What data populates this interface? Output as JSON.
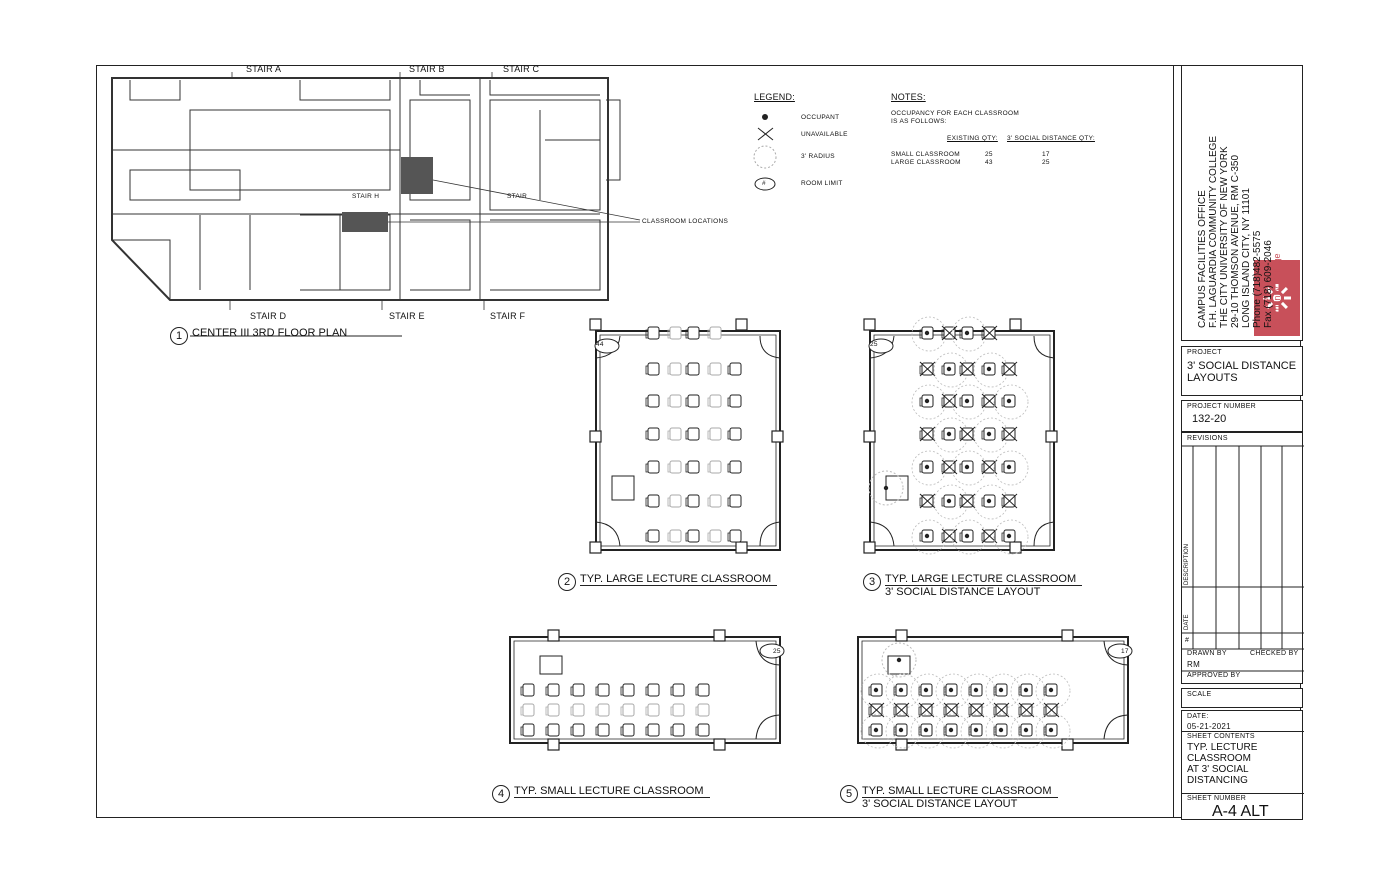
{
  "floor_plan": {
    "title_number": "1",
    "title": "CENTER III 3RD FLOOR PLAN",
    "stairs": [
      "STAIR A",
      "STAIR B",
      "STAIR C",
      "STAIR D",
      "STAIR E",
      "STAIR F",
      "STAIR H",
      "STAIR"
    ],
    "callout": "CLASSROOM LOCATIONS"
  },
  "legend": {
    "heading": "LEGEND:",
    "items": [
      {
        "icon": "occupant-dot-icon",
        "label": "OCCUPANT"
      },
      {
        "icon": "unavailable-x-icon",
        "label": "UNAVAILABLE"
      },
      {
        "icon": "radius-circle-icon",
        "label": "3' RADIUS"
      },
      {
        "icon": "room-limit-icon",
        "symbol": "#",
        "label": "ROOM LIMIT"
      }
    ]
  },
  "notes": {
    "heading": "NOTES:",
    "line1": "OCCUPANCY FOR EACH CLASSROOM",
    "line2": "IS AS FOLLOWS:",
    "col1": "EXISTING QTY:",
    "col2": "3' SOCIAL DISTANCE QTY:",
    "rows": [
      {
        "name": "SMALL CLASSROOM",
        "existing": "25",
        "distance": "17"
      },
      {
        "name": "LARGE CLASSROOM",
        "existing": "43",
        "distance": "25"
      }
    ]
  },
  "views": [
    {
      "num": "2",
      "title": "TYP. LARGE LECTURE CLASSROOM",
      "sub": "",
      "limit": "44"
    },
    {
      "num": "3",
      "title": "TYP. LARGE LECTURE CLASSROOM",
      "sub": "3' SOCIAL DISTANCE LAYOUT",
      "limit": "25"
    },
    {
      "num": "4",
      "title": "TYP. SMALL LECTURE CLASSROOM",
      "sub": "",
      "limit": "25"
    },
    {
      "num": "5",
      "title": "TYP. SMALL LECTURE CLASSROOM",
      "sub": "3' SOCIAL DISTANCE LAYOUT",
      "limit": "17"
    }
  ],
  "title_block": {
    "office": "CAMPUS FACILITIES OFFICE",
    "college": "F.H. LAGUARDIA COMMUNITY COLLEGE",
    "university": "THE CITY UNIVERSITY OF NEW YORK",
    "address": "29-10 THOMSON AVENUE, RM C-350",
    "city": "LONG ISLAND CITY, NY 11101",
    "phone": "Phone (718)482-5575",
    "fax": "Fax    (718) 609-2046",
    "logo_name": "LaGuardia",
    "logo_sub": "Community College",
    "logo_color": "#c8505a",
    "project_label": "PROJECT",
    "project_value": "3' SOCIAL DISTANCE LAYOUTS",
    "project_number_label": "PROJECT NUMBER",
    "project_number": "132-20",
    "revisions_label": "REVISIONS",
    "description_label": "DESCRIPTION",
    "date_col_label": "DATE",
    "hash_label": "#",
    "drawn_by_label": "DRAWN BY",
    "drawn_by": "RM",
    "checked_by_label": "CHECKED BY",
    "approved_by_label": "APPROVED BY",
    "scale_label": "SCALE",
    "date_label": "DATE:",
    "date": "05-21-2021",
    "sheet_contents_label": "SHEET CONTENTS",
    "sheet_contents": [
      "TYP. LECTURE",
      "CLASSROOM",
      "AT 3' SOCIAL",
      "DISTANCING"
    ],
    "sheet_number_label": "SHEET NUMBER",
    "sheet_number": "A-4 ALT"
  }
}
